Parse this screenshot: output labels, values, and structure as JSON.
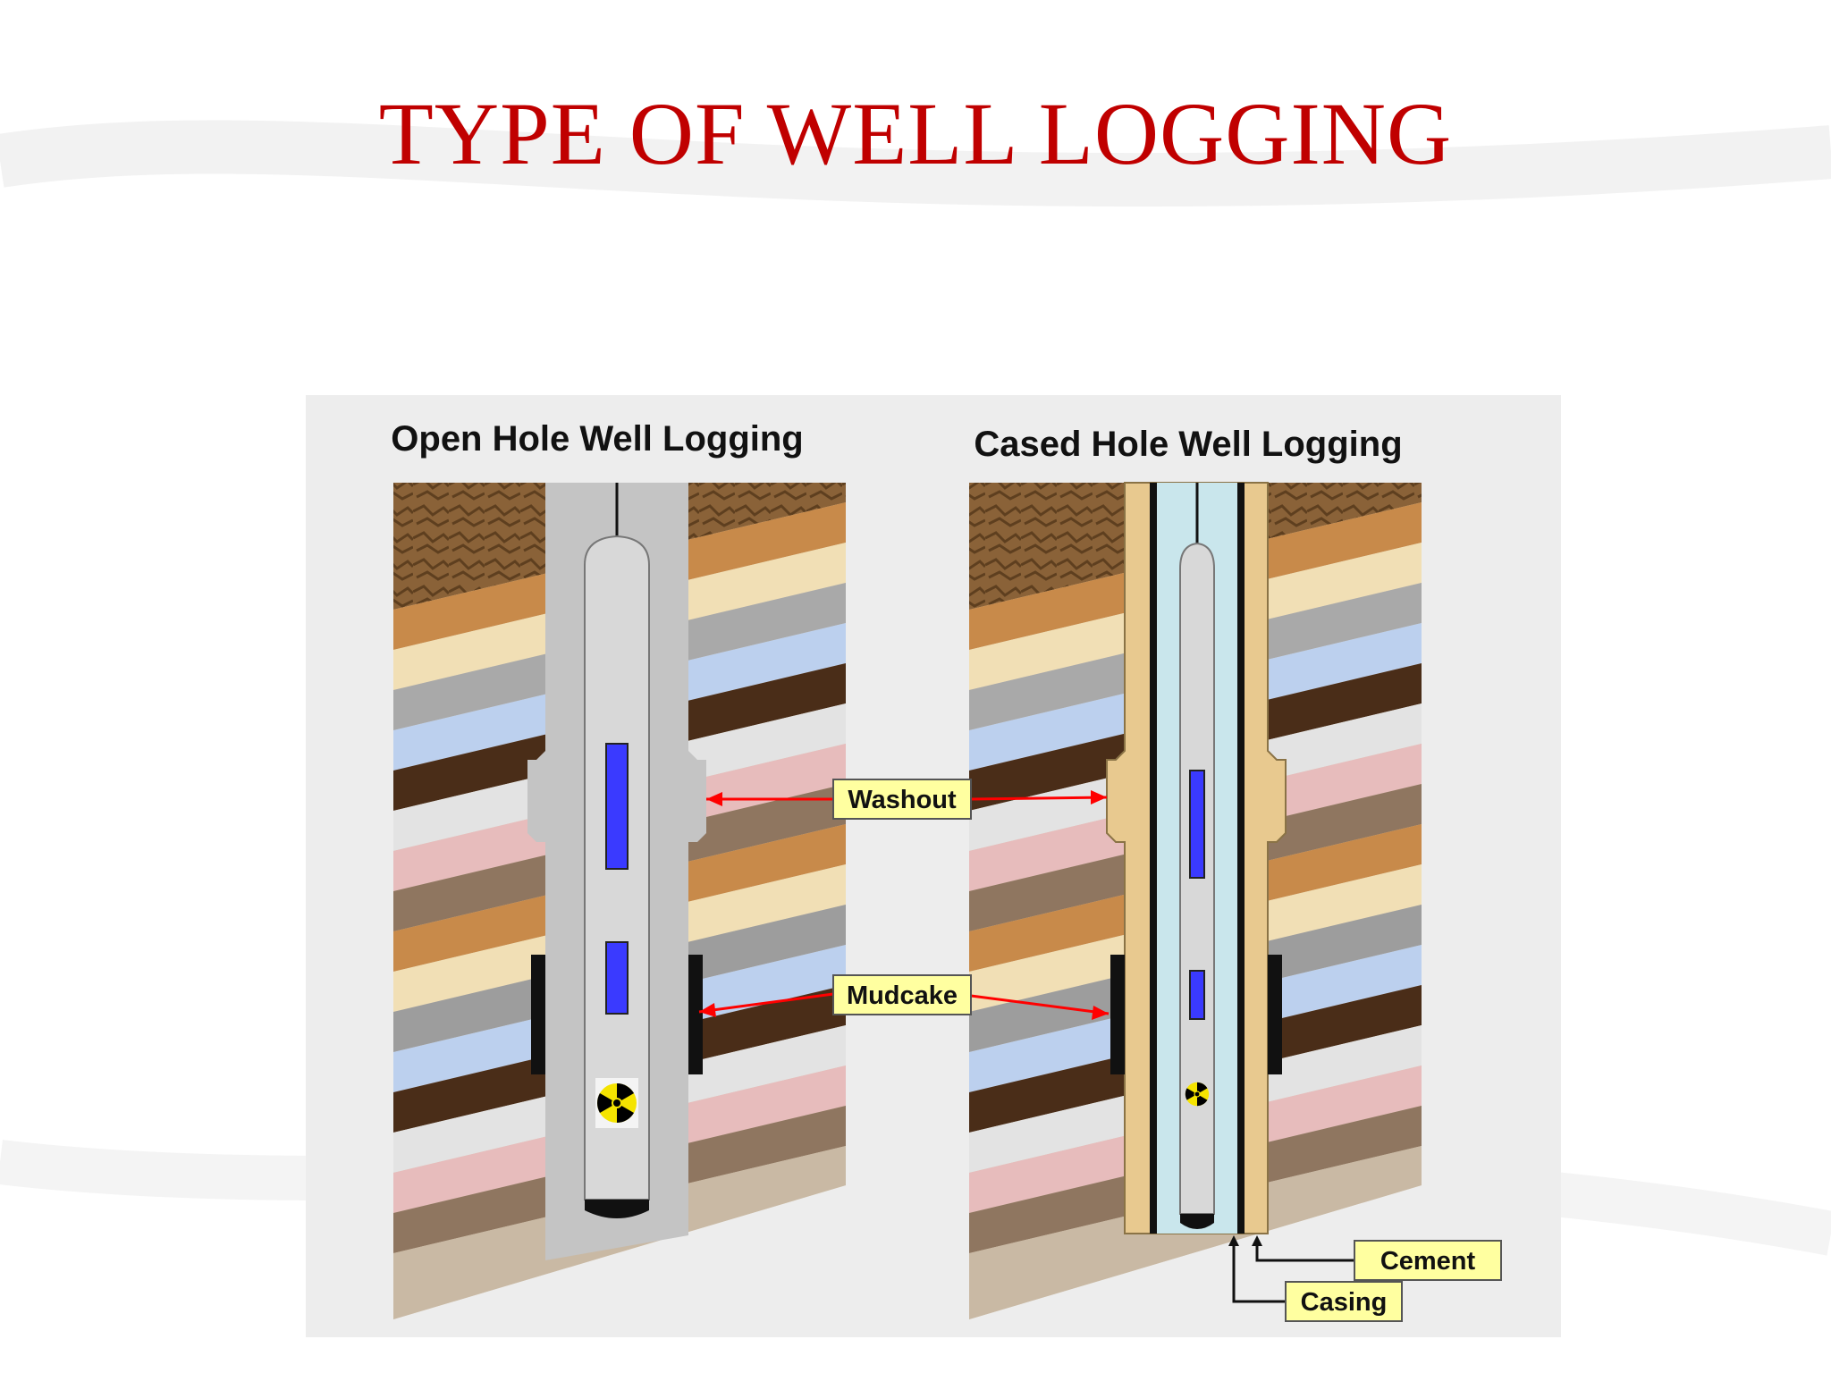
{
  "slide": {
    "title": "TYPE OF WELL LOGGING"
  },
  "diagram": {
    "open_hole": {
      "heading": "Open Hole Well Logging"
    },
    "cased_hole": {
      "heading": "Cased Hole Well Logging"
    },
    "labels": {
      "washout": "Washout",
      "mudcake": "Mudcake",
      "cement": "Cement",
      "casing": "Casing"
    },
    "icons": [
      "radiation-icon"
    ],
    "colors": {
      "title_red": "#c00000",
      "arrow_red": "#ff0000",
      "label_fill": "#ffffa0",
      "mud_gray": "#c4c4c4",
      "cement_tan": "#e8c98f",
      "casing_water": "#c9e6ec",
      "sensor_blue": "#3a3aff",
      "tool_body": "#d8d8d8",
      "mudcake_black": "#111111"
    }
  }
}
